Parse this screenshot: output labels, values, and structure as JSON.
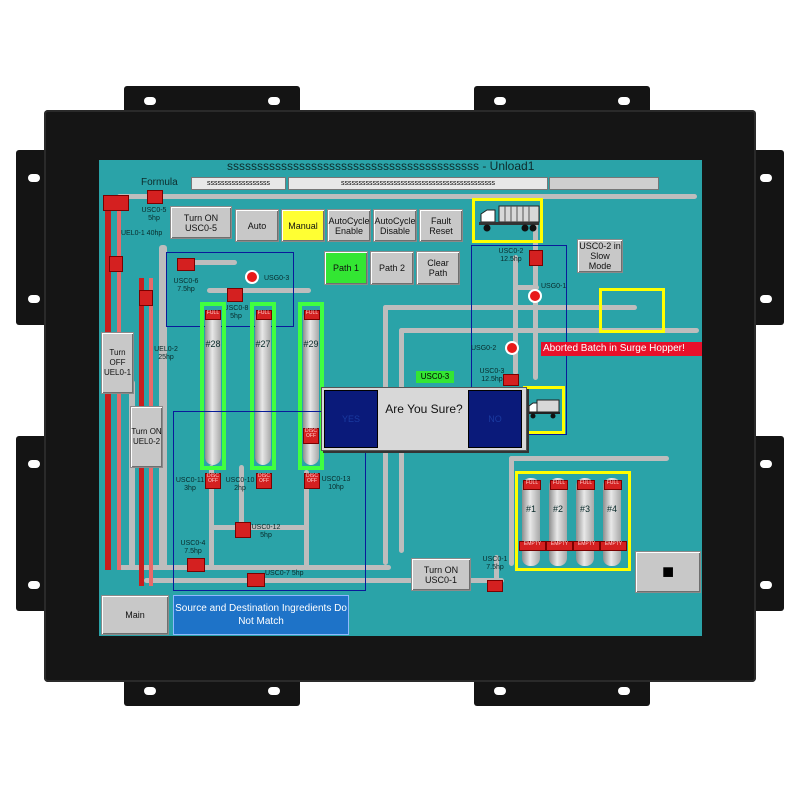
{
  "header": {
    "title": "ssssssssssssssssssssssssssssssssssssssssss - Unload1",
    "formula_label": "Formula",
    "formula_field1": "ssssssssssssssssss",
    "formula_field2": "ssssssssssssssssssssssssssssssssssssssssssss"
  },
  "controls": {
    "auto": "Auto",
    "manual": "Manual",
    "autocycle_enable": "AutoCycle Enable",
    "autocycle_disable": "AutoCycle Disable",
    "fault_reset": "Fault Reset",
    "path1": "Path 1",
    "path2": "Path 2",
    "clear_path": "Clear Path"
  },
  "buttons": {
    "turn_on_usc05": "Turn ON USC0-5",
    "turn_off_uel01": "Turn OFF UEL0-1",
    "turn_on_uel02": "Turn ON UEL0-2",
    "turn_on_usc01": "Turn ON USC0-1",
    "usc02_slow": "USC0-2 in Slow Mode",
    "main": "Main",
    "stop_symbol": "■"
  },
  "labels": {
    "usc05": "USC0-5 5hp",
    "uel01": "UEL0-1 40hp",
    "usc06": "USC0-6 7.5hp",
    "usg03": "USG0-3",
    "usc08": "USC0-8 5hp",
    "uel02": "UEL0-2 25hp",
    "bin28": "#28",
    "bin27": "#27",
    "bin29": "#29",
    "usc011": "USC0-11 3hp",
    "usc010": "USC0-10 2hp",
    "usc013": "USC0-13 10hp",
    "usc012": "USC0-12 5hp",
    "usc04": "USC0-4 7.5hp",
    "usc07": "USC0-7  5hp",
    "usc02": "USC0-2 12.5hp",
    "usg01": "USG0-1",
    "usg02": "USG0-2",
    "usc03_box": "USC0-3",
    "usc03": "USC0-3 12.5hp",
    "usc01": "USC0-1 7.5hp",
    "bin1": "#1",
    "bin2": "#2",
    "bin3": "#3",
    "bin4": "#4"
  },
  "tags": {
    "full": "FULL",
    "empty": "EMPTY",
    "disc_off": "DISC OFF"
  },
  "alerts": {
    "aborted": "Aborted Batch in Surge Hopper!",
    "mismatch": "Source and Destination Ingredients Do Not Match"
  },
  "dialog": {
    "question": "Are You Sure?",
    "yes": "YES",
    "no": "NO"
  },
  "colors": {
    "screen_bg": "#2aa3a8",
    "alarm_red": "#e8102a",
    "mismatch_blue": "#1e73c8",
    "bin_outline_green": "#40ff40",
    "highlight_yellow": "#ffff00",
    "dialog_blue": "#0a1a7a"
  }
}
